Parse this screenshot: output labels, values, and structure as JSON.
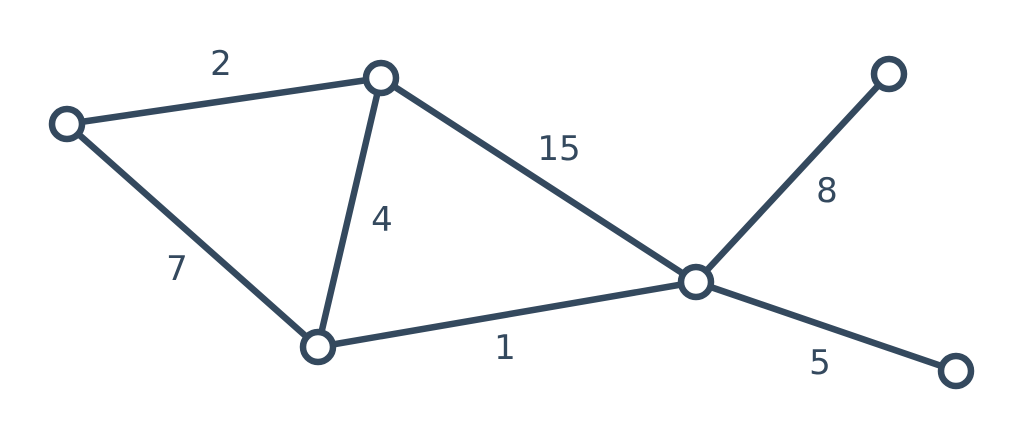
{
  "colors": {
    "stroke": "#34495e",
    "node_fill": "#ffffff",
    "label": "#34495e",
    "background": "#ffffff"
  },
  "graph": {
    "nodes": [
      {
        "id": "A"
      },
      {
        "id": "B"
      },
      {
        "id": "C"
      },
      {
        "id": "D"
      },
      {
        "id": "E"
      },
      {
        "id": "F"
      }
    ],
    "edges": [
      {
        "id": "A-B",
        "from": "A",
        "to": "B",
        "weight": "2"
      },
      {
        "id": "A-C",
        "from": "A",
        "to": "C",
        "weight": "7"
      },
      {
        "id": "B-C",
        "from": "B",
        "to": "C",
        "weight": "4"
      },
      {
        "id": "B-D",
        "from": "B",
        "to": "D",
        "weight": "15"
      },
      {
        "id": "C-D",
        "from": "C",
        "to": "D",
        "weight": "1"
      },
      {
        "id": "D-E",
        "from": "D",
        "to": "E",
        "weight": "8"
      },
      {
        "id": "D-F",
        "from": "D",
        "to": "F",
        "weight": "5"
      }
    ]
  }
}
